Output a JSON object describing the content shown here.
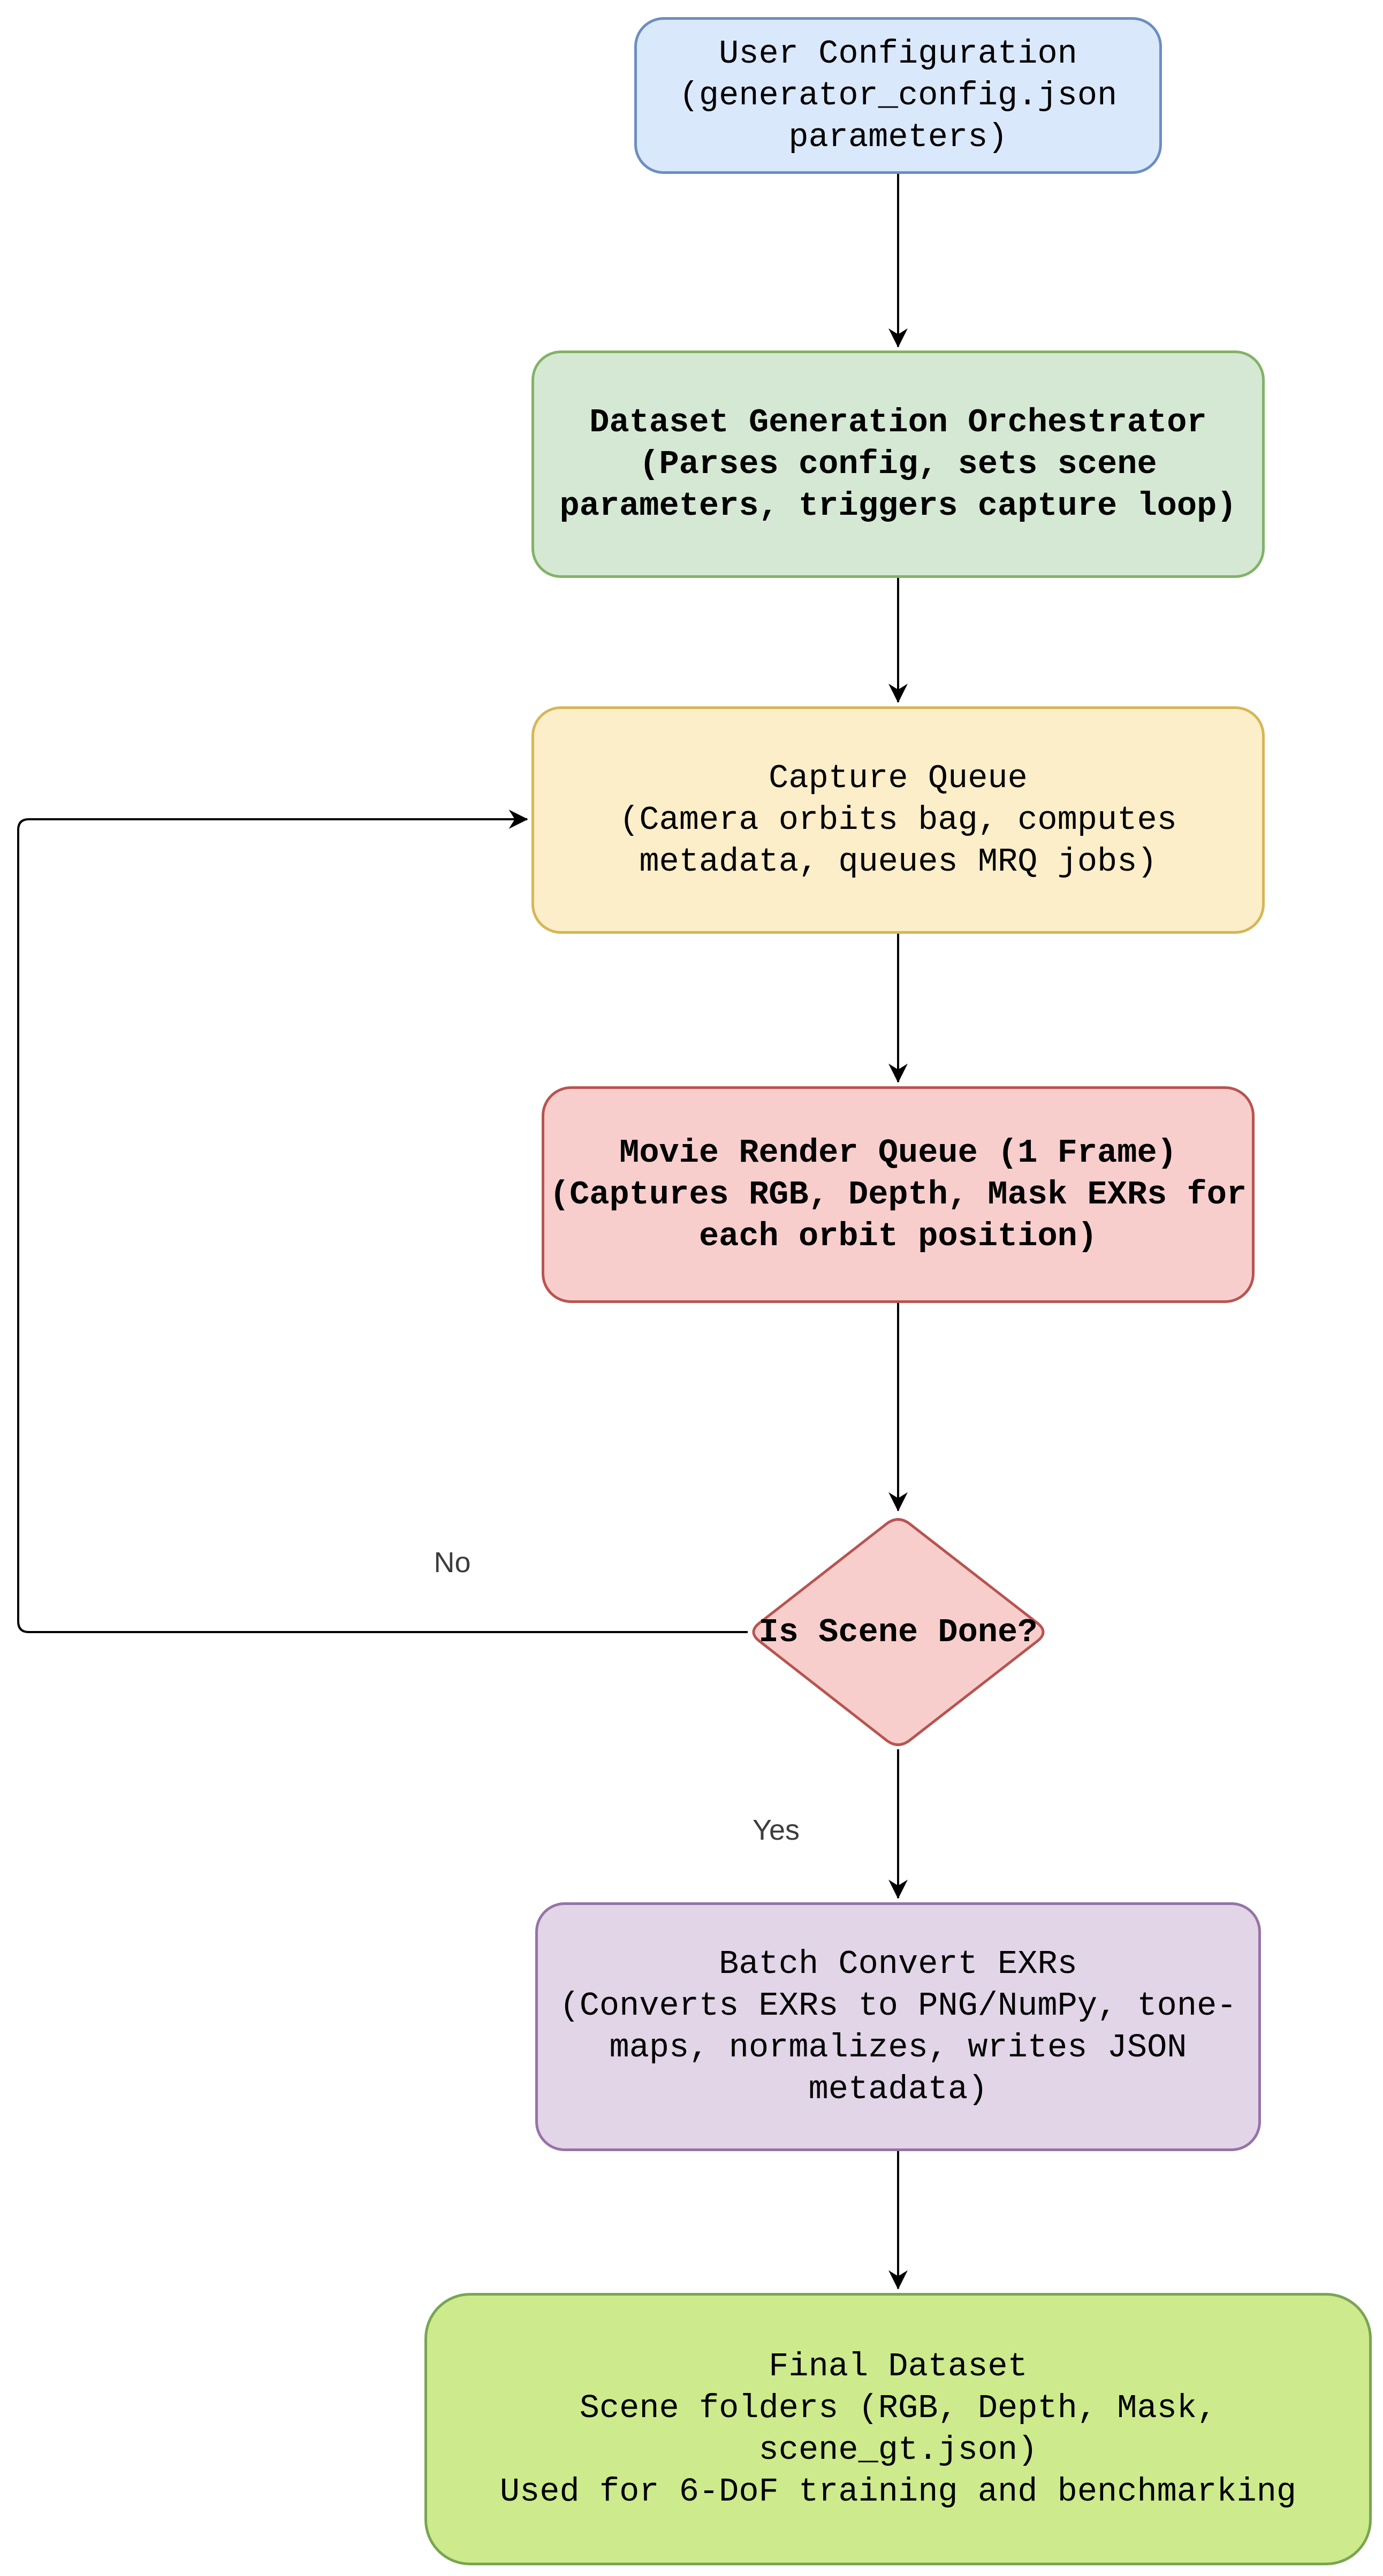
{
  "diagram": {
    "nodes": {
      "user_config": {
        "lines": [
          "User Configuration",
          "(generator_config.json",
          "parameters)"
        ]
      },
      "orchestrator": {
        "lines": [
          "Dataset Generation Orchestrator",
          "(Parses config, sets scene",
          "parameters, triggers capture loop)"
        ]
      },
      "capture_queue": {
        "lines": [
          "Capture Queue",
          "(Camera orbits bag, computes",
          "metadata, queues MRQ jobs)"
        ]
      },
      "movie_render_queue": {
        "lines": [
          "Movie Render Queue (1 Frame)",
          "(Captures RGB, Depth, Mask EXRs for",
          "each orbit position)"
        ]
      },
      "is_scene_done": {
        "label": "Is Scene Done?"
      },
      "batch_convert": {
        "lines": [
          "Batch Convert EXRs",
          "(Converts EXRs to PNG/NumPy, tone-",
          "maps, normalizes, writes JSON",
          "metadata)"
        ]
      },
      "final_dataset": {
        "lines": [
          "Final Dataset",
          "Scene folders (RGB, Depth, Mask,",
          "scene_gt.json)",
          "Used for 6-DoF training and benchmarking"
        ]
      }
    },
    "edge_labels": {
      "no": "No",
      "yes": "Yes"
    },
    "colors": {
      "user_config_fill": "#dae8fc",
      "user_config_border": "#6c8ebf",
      "orchestrator_fill": "#d5e8d4",
      "orchestrator_border": "#82b366",
      "capture_queue_fill": "#fdeeca",
      "capture_queue_border": "#d6b656",
      "movie_render_fill": "#f8cecc",
      "movie_render_border": "#b85450",
      "decision_fill": "#f8cecc",
      "decision_border": "#b85450",
      "batch_convert_fill": "#e1d5e7",
      "batch_convert_border": "#9673a6",
      "final_dataset_fill": "#cdea8d",
      "final_dataset_border": "#78a552",
      "arrow": "#000000"
    }
  }
}
